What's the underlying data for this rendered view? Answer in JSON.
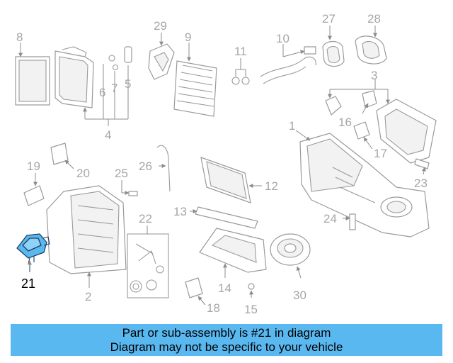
{
  "callouts": {
    "c1": "1",
    "c2": "2",
    "c3": "3",
    "c4": "4",
    "c5": "5",
    "c6": "6",
    "c7": "7",
    "c8": "8",
    "c9": "9",
    "c10": "10",
    "c11": "11",
    "c12": "12",
    "c13": "13",
    "c14": "14",
    "c15": "15",
    "c16": "16",
    "c17": "17",
    "c18": "18",
    "c19": "19",
    "c20": "20",
    "c21": "21",
    "c22": "22",
    "c23": "23",
    "c24": "24",
    "c25": "25",
    "c26": "26",
    "c27": "27",
    "c28": "28",
    "c29": "29",
    "c30": "30"
  },
  "highlight": {
    "color": "#5ab8f0",
    "part": "21"
  },
  "caption": {
    "line1": "Part or sub-assembly is #21 in diagram",
    "line2": "Diagram may not be specific to your vehicle"
  }
}
